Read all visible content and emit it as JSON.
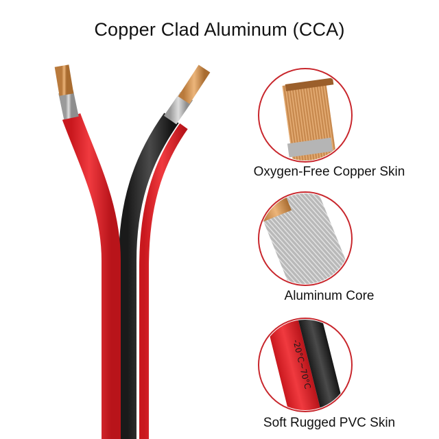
{
  "title": "Copper Clad Aluminum (CCA)",
  "features": [
    {
      "label": "Oxygen-Free Copper Skin",
      "icon": "copper-strand-end-icon"
    },
    {
      "label": "Aluminum Core",
      "icon": "aluminum-core-icon"
    },
    {
      "label": "Soft Rugged PVC Skin",
      "icon": "pvc-jacket-icon"
    }
  ],
  "jacket_print": "-20°C~70°C",
  "colors": {
    "red_jacket": "#e8252b",
    "black_jacket": "#2a2a2a",
    "copper": "#d59a5f",
    "aluminum": "#b7b7b7",
    "circle_border": "#c8262c"
  }
}
